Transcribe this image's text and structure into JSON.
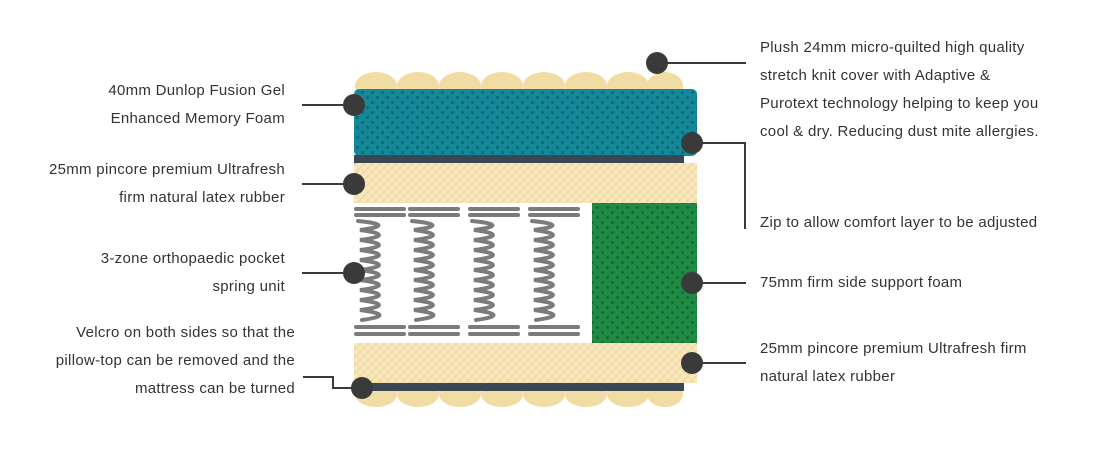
{
  "colors": {
    "ink": "#333333",
    "connector": "#3a3a3a",
    "teal": "#148799",
    "teal_dot": "#0d5b67",
    "latex": "#f9e7bd",
    "latex_dot": "#e8cb88",
    "cover_scallop": "#f1dca3",
    "strip": "#3a4652",
    "foam_green": "#1e8a43",
    "foam_dot": "#0f5c2a",
    "spring": "#7b7b7b"
  },
  "labels": {
    "memory_foam": [
      "40mm Dunlop Fusion Gel",
      "Enhanced Memory Foam"
    ],
    "latex_top": [
      "25mm pincore premium Ultrafresh",
      "firm natural latex rubber"
    ],
    "spring_unit": [
      "3-zone orthopaedic pocket",
      "spring unit"
    ],
    "velcro": [
      "Velcro on both sides so that the",
      "pillow-top can be removed and the",
      "mattress can be turned"
    ],
    "cover": [
      "Plush 24mm micro-quilted high quality",
      "stretch knit cover with Adaptive &",
      "Purotext technology helping to keep you",
      "cool & dry. Reducing dust mite allergies."
    ],
    "zip": [
      "Zip to allow comfort layer to be adjusted"
    ],
    "side_foam": [
      "75mm firm side support foam"
    ],
    "latex_bottom": [
      "25mm pincore premium Ultrafresh firm",
      "natural latex rubber"
    ]
  }
}
